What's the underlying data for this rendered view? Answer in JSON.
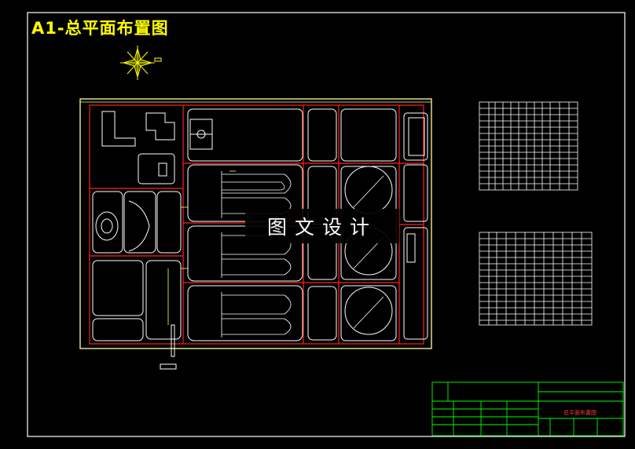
{
  "drawing": {
    "title": "A1-总平面布置图",
    "watermark": "图文设计",
    "title_block_name": "总平面布置图"
  },
  "colors": {
    "background": "#000000",
    "frame": "#ffffff",
    "site_boundary": "#ffff99",
    "roads": "#ff2020",
    "title_text": "#ffff00",
    "title_block": "#00ff00",
    "annotation": "#ff4040"
  },
  "icons": [
    "north-arrow-icon"
  ]
}
